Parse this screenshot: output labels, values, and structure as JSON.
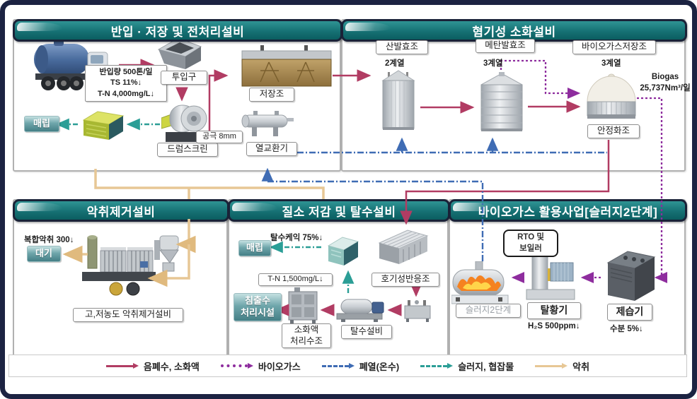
{
  "panels": {
    "pretreatment": {
      "title": "반입 · 저장 및 전처리설비",
      "intake_info": [
        "반입량 500톤/일",
        "TS       11%↓",
        "T-N  4,000mg/L↓"
      ],
      "hopper_label": "투입구",
      "storage_label": "저장조",
      "drum_label": "드럼스크린",
      "pore_label": "공극 8mm",
      "landfill_label": "매립",
      "heat_exchanger_label": "열교환기"
    },
    "digestion": {
      "title": "혐기성 소화설비",
      "acid_label": "산발효조",
      "acid_count": "2계열",
      "methane_label": "메탄발효조",
      "methane_count": "3계열",
      "gasholder_label": "바이오가스저장조",
      "gasholder_count": "3계열",
      "biogas_line1": "Biogas",
      "biogas_line2": "25,737Nm³/일",
      "stabilizer_label": "안정화조"
    },
    "odor": {
      "title": "악취제거설비",
      "complex_odor": "복합악취 300↓",
      "air_label": "대기",
      "equipment_label": "고,저농도 악취제거설비"
    },
    "nitrogen": {
      "title": "질소 저감 및 탈수설비",
      "landfill_label": "매립",
      "cake_note": "탈수케익 75%↓",
      "tn_note": "T-N 1,500mg/L↓",
      "aerobic_label": "호기성반응조",
      "leachate_line1": "침출수",
      "leachate_line2": "처리시설",
      "digestate_line1": "소화액",
      "digestate_line2": "처리수조",
      "dewater_label": "탈수설비"
    },
    "biogas_use": {
      "title": "바이오가스 활용사업[슬러지2단계]",
      "rto_line1": "RTO 및",
      "rto_line2": "보일러",
      "sludge2_label": "슬러지2단계",
      "desulf_label": "탈황기",
      "desulf_note": "H₂S 500ppm↓",
      "dehumid_label": "제습기",
      "dehumid_note": "수분 5%↓"
    }
  },
  "legend": {
    "items": [
      {
        "label": "음폐수, 소화액",
        "color": "#b13c63",
        "style": "solid"
      },
      {
        "label": "바이오가스",
        "color": "#8e2d9e",
        "style": "dotted"
      },
      {
        "label": "폐열(온수)",
        "color": "#3f6cb4",
        "style": "dashdot"
      },
      {
        "label": "슬러지, 협잡물",
        "color": "#2b9e96",
        "style": "dashdot"
      },
      {
        "label": "악취",
        "color": "#e7c795",
        "style": "solid"
      }
    ]
  }
}
